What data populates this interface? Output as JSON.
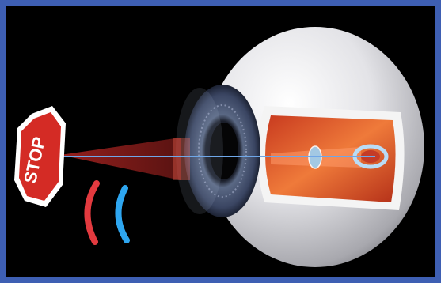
{
  "image": {
    "sign_text": "STOP",
    "colors": {
      "frame": "#3e5fb3",
      "background": "#000000",
      "sign_red": "#d42b25",
      "red_wave": "#e33a3f",
      "blue_wave": "#2ea6f0",
      "light_beam": "#c62a27",
      "axis_line": "#6fa7e8",
      "eyeball": "#e9e9ec",
      "iris": "#37415c",
      "retina": "#e05a30"
    },
    "icons": [
      "stop-sign",
      "red-wave-arc",
      "blue-wave-arc",
      "eyeball-cross-section"
    ]
  }
}
